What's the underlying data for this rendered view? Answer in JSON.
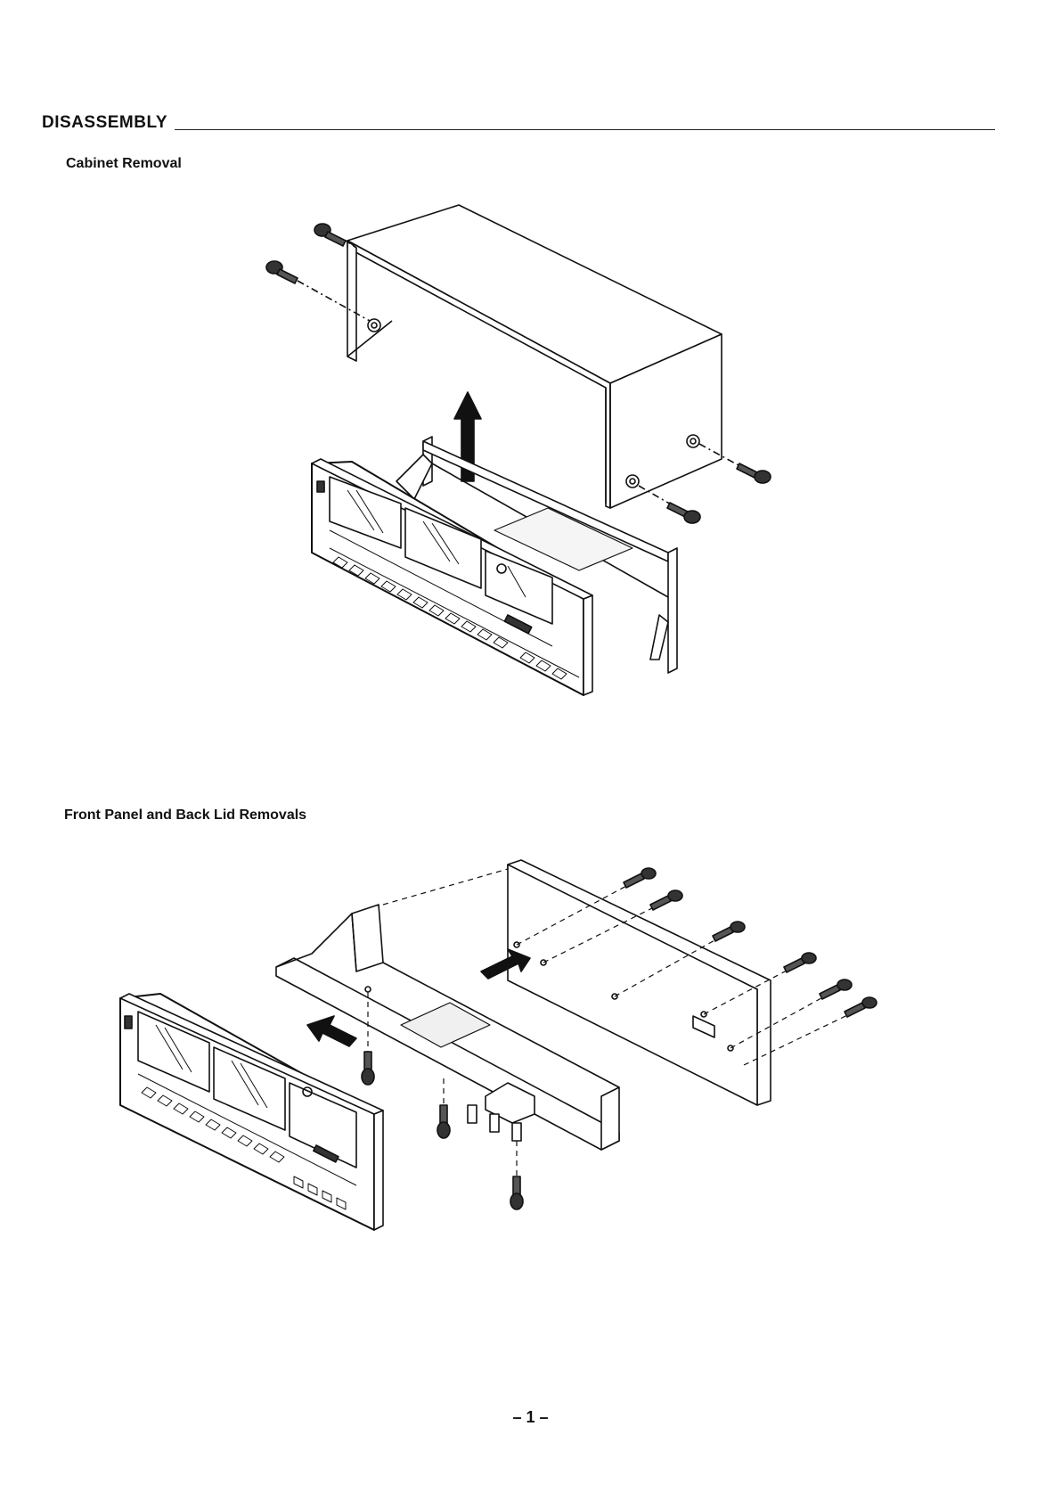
{
  "document": {
    "title": "DISASSEMBLY",
    "sections": [
      {
        "heading": "Cabinet Removal"
      },
      {
        "heading": "Front Panel and Back Lid Removals"
      }
    ],
    "page_number": "– 1 –"
  }
}
